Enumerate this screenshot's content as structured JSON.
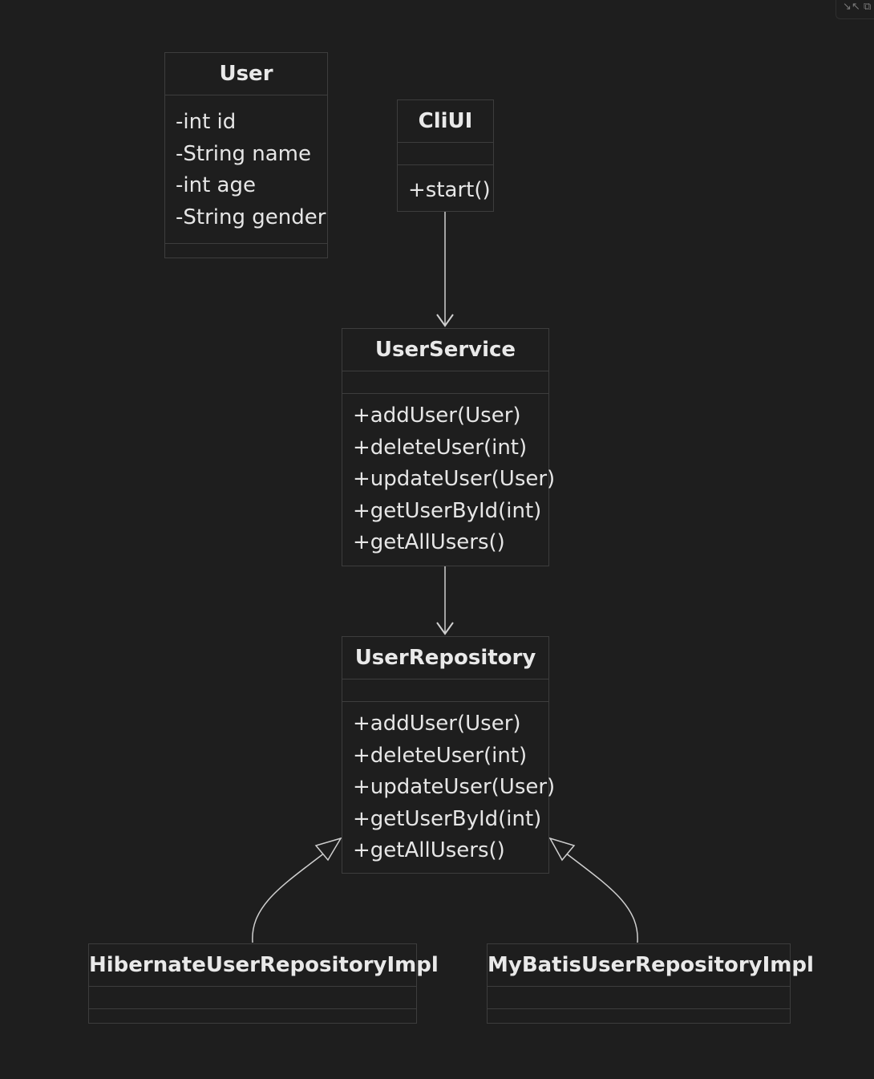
{
  "diagram": {
    "classes": {
      "user": {
        "name": "User",
        "fields": [
          "-int id",
          "-String name",
          "-int age",
          "-String gender"
        ],
        "methods": []
      },
      "cliui": {
        "name": "CliUI",
        "fields": [],
        "methods": [
          "+start()"
        ]
      },
      "user_service": {
        "name": "UserService",
        "fields": [],
        "methods": [
          "+addUser(User)",
          "+deleteUser(int)",
          "+updateUser(User)",
          "+getUserById(int)",
          "+getAllUsers()"
        ]
      },
      "user_repository": {
        "name": "UserRepository",
        "fields": [],
        "methods": [
          "+addUser(User)",
          "+deleteUser(int)",
          "+updateUser(User)",
          "+getUserById(int)",
          "+getAllUsers()"
        ]
      },
      "hibernate_impl": {
        "name": "HibernateUserRepositoryImpl",
        "fields": [],
        "methods": []
      },
      "mybatis_impl": {
        "name": "MyBatisUserRepositoryImpl",
        "fields": [],
        "methods": []
      }
    },
    "relations": [
      {
        "from": "CliUI",
        "to": "UserService",
        "type": "association"
      },
      {
        "from": "UserService",
        "to": "UserRepository",
        "type": "association"
      },
      {
        "from": "HibernateUserRepositoryImpl",
        "to": "UserRepository",
        "type": "realization"
      },
      {
        "from": "MyBatisUserRepositoryImpl",
        "to": "UserRepository",
        "type": "realization"
      }
    ],
    "colors": {
      "background": "#1e1e1e",
      "border": "#3d3d3d",
      "text": "#e6e6e6",
      "edge": "#cfcfcf"
    }
  },
  "toolbar": {
    "icons": [
      "collapse-icon",
      "copy-icon"
    ]
  }
}
